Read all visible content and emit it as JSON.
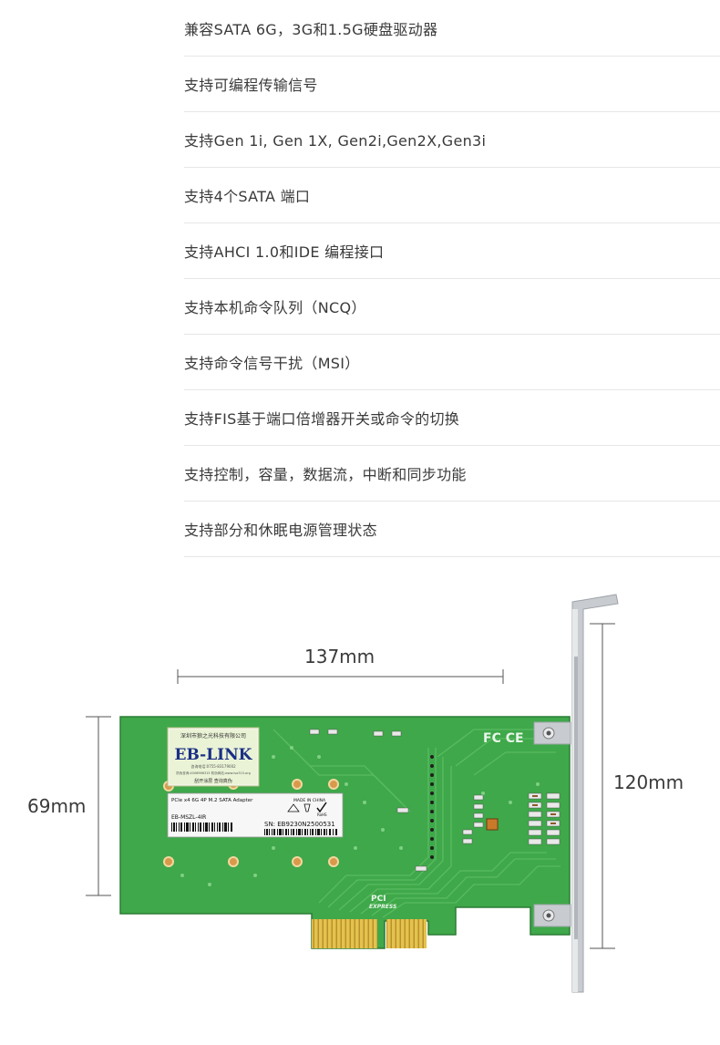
{
  "features": [
    "兼容SATA 6G，3G和1.5G硬盘驱动器",
    "支持可编程传输信号",
    "支持Gen 1i, Gen 1X, Gen2i,Gen2X,Gen3i",
    "支持4个SATA 端口",
    "支持AHCI 1.0和IDE 编程接口",
    "支持本机命令队列（NCQ）",
    "支持命令信号干扰（MSI）",
    "支持FIS基于端口倍增器开关或命令的切换",
    "支持控制，容量，数据流，中断和同步功能",
    "支持部分和休眠电源管理状态"
  ],
  "dimensions": {
    "length": "137mm",
    "height_card": "69mm",
    "height_bracket": "120mm"
  },
  "card": {
    "sticker": {
      "company": "深圳市狼之光科技有限公司",
      "brand": "EB-LINK",
      "phone": "咨询电话:0755-83179002",
      "anti_fake": "防伪查询:4006966315 防伪网站:www.iso315.org",
      "scratch": "刮开涂层  查询真伪"
    },
    "label": {
      "title": "PCIe x4 6G 4P M.2 SATA Adapter",
      "made_in": "MADE IN CHINA",
      "model": "EB-MSZL-4IR",
      "sn": "SN: EB9230N2500531",
      "rohs": "RoHS"
    },
    "pci_logo_top": "PCI",
    "pci_logo_bottom": "EXPRESS",
    "cert": "FC CE",
    "colors": {
      "pcb": "#3fa84a",
      "pcb_dark": "#2f8f3c",
      "gold": "#d9b440",
      "bracket": "#c8ccd0"
    }
  }
}
